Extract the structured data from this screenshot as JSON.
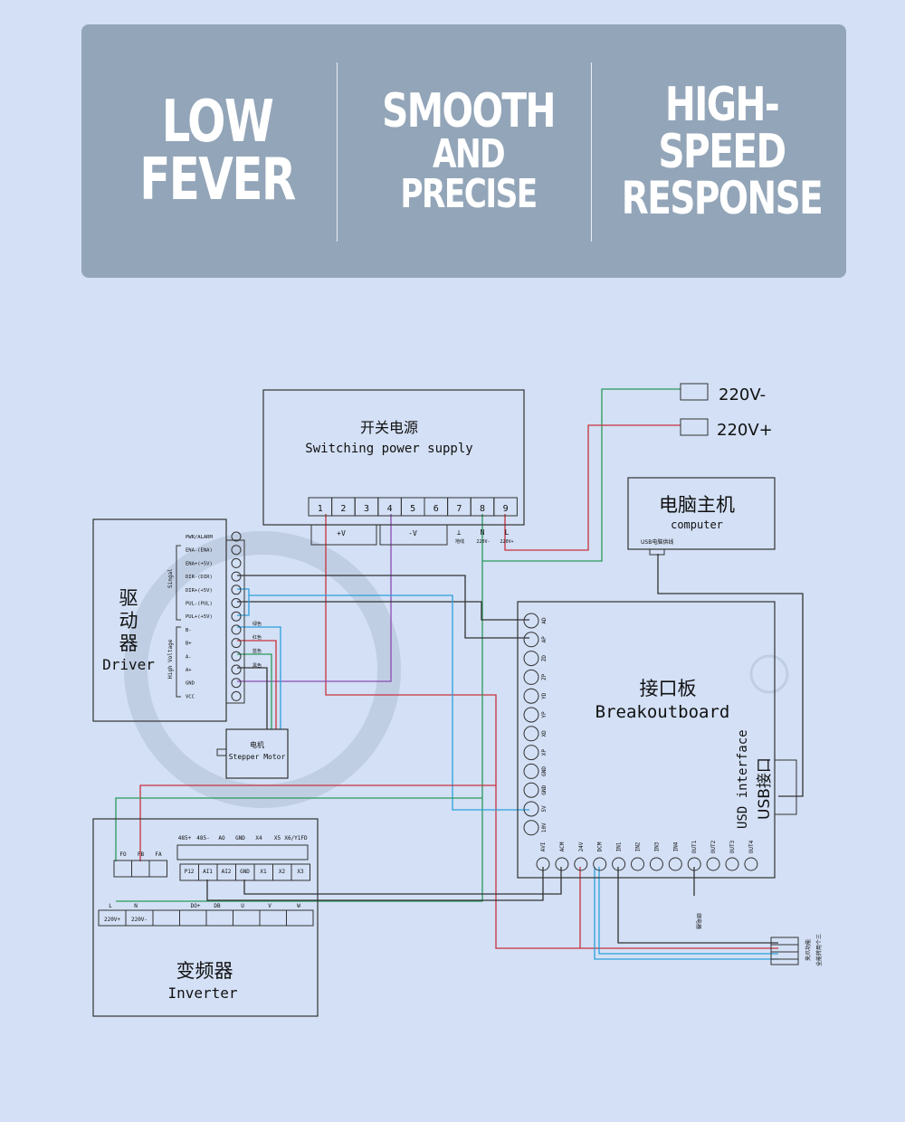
{
  "features": [
    {
      "line1": "LOW",
      "line2": "FEVER"
    },
    {
      "line1": "SMOOTH",
      "line2": "AND PRECISE"
    },
    {
      "line1": "HIGH-SPEED",
      "line2": "RESPONSE"
    }
  ],
  "psu": {
    "title_cn": "开关电源",
    "title_en": "Switching power supply",
    "terminals": [
      "1",
      "2",
      "3",
      "4",
      "5",
      "6",
      "7",
      "8",
      "9"
    ],
    "labels": {
      "pv": "+V",
      "nv": "-V",
      "earth": "⊥",
      "n": "N",
      "l": "L",
      "earth_cn": "地线",
      "n_v": "220V-",
      "l_v": "220V+"
    }
  },
  "mains": {
    "minus": "220V-",
    "plus": "220V+"
  },
  "computer": {
    "title_cn": "电脑主机",
    "title_en": "computer",
    "usb_label": "USB电脑供线"
  },
  "driver": {
    "title_cn": [
      "驱",
      "动",
      "器"
    ],
    "title_en": "Driver",
    "signal_label": "Singal",
    "hv_label": "High Voltage",
    "terminals": [
      "PWR/ALARM",
      "ENA-(ENA)",
      "ENA+(+5V)",
      "DIR-(DIR)",
      "DIR+(+5V)",
      "PUL-(PUL)",
      "PUL+(+5V)",
      "B-",
      "B+",
      "A-",
      "A+",
      "GND",
      "VCC"
    ],
    "wire_colors": [
      "绿色",
      "红色",
      "蓝色",
      "黑色"
    ]
  },
  "motor": {
    "title_cn": "电机",
    "title_en": "Stepper Motor"
  },
  "breakout": {
    "title_cn": "接口板",
    "title_en": "Breakoutboard",
    "usb_cn": "USB接口",
    "usb_en": "USD interface",
    "left_pins": [
      "AD",
      "AP",
      "ZD",
      "ZP",
      "YD",
      "YP",
      "XD",
      "XP",
      "GND",
      "GND",
      "5V",
      "10V"
    ],
    "bottom_pins": [
      "AVI",
      "ACM",
      "24V",
      "DCM",
      "IN1",
      "IN2",
      "IN3",
      "IN4",
      "OUT1",
      "OUT2",
      "OUT3",
      "OUT4"
    ],
    "out1_note": "继电器"
  },
  "inverter": {
    "title_cn": "变频器",
    "title_en": "Inverter",
    "top_labels": [
      "485+",
      "485-",
      "AO",
      "GND",
      "X4",
      "X5",
      "X6/Y1FD"
    ],
    "mid_labels": [
      "P12",
      "AI1",
      "AI2",
      "GND",
      "X1",
      "X2",
      "X3"
    ],
    "relay_labels": [
      "FO",
      "FB",
      "FA"
    ],
    "bottom_labels": [
      "L",
      "N",
      "DO+",
      "DB",
      "U",
      "V",
      "W"
    ],
    "bottom_cells": [
      "220V+",
      "220V-"
    ]
  },
  "limit_switch": {
    "line1": "夹爪功能",
    "line2": "全能转用个三"
  },
  "colors": {
    "banner": "#93a5b8",
    "background": "#d3e0f5",
    "red": "#c8323c",
    "green": "#2a9a5a",
    "blue": "#2ba0dc",
    "purple": "#8a4bb0",
    "line": "#333333"
  }
}
